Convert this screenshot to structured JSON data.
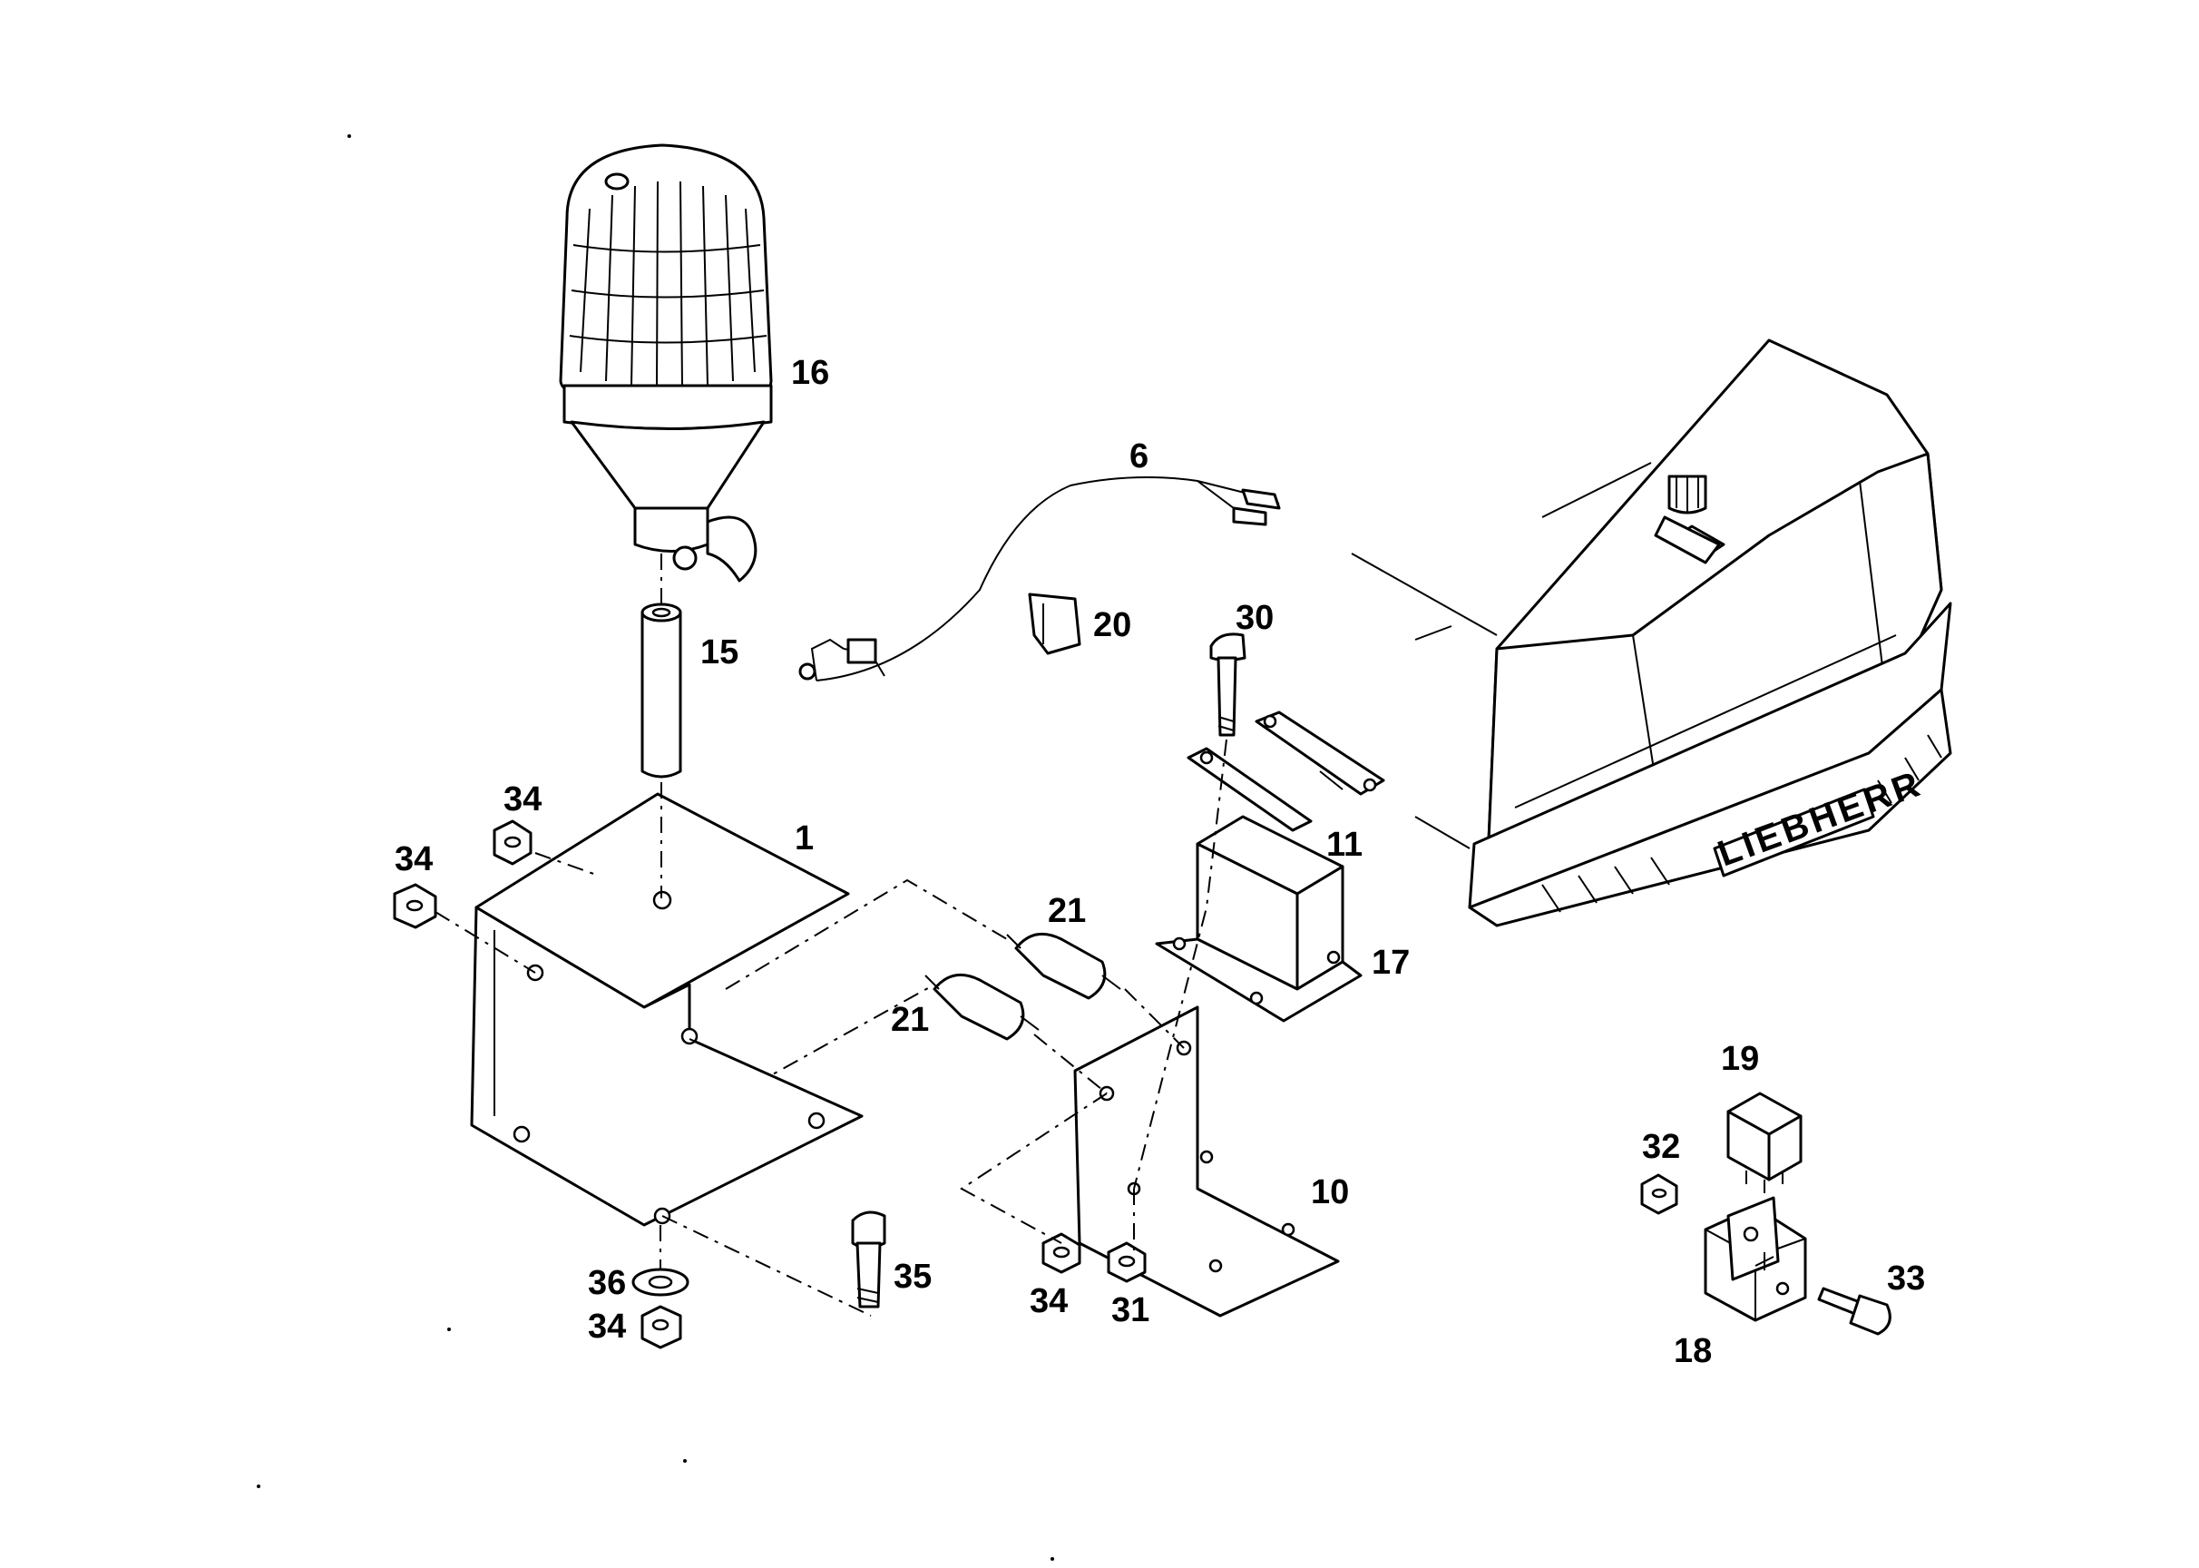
{
  "callouts": {
    "c1": "1",
    "c6": "6",
    "c10": "10",
    "c11": "11",
    "c15": "15",
    "c16": "16",
    "c17": "17",
    "c18": "18",
    "c19": "19",
    "c20": "20",
    "c21a": "21",
    "c21b": "21",
    "c30": "30",
    "c31": "31",
    "c32": "32",
    "c33": "33",
    "c34a": "34",
    "c34b": "34",
    "c34c": "34",
    "c34d": "34",
    "c35": "35",
    "c36": "36"
  },
  "machine": {
    "brand": "LIEBHERR"
  },
  "colors": {
    "line": "#000000",
    "background": "#ffffff"
  }
}
